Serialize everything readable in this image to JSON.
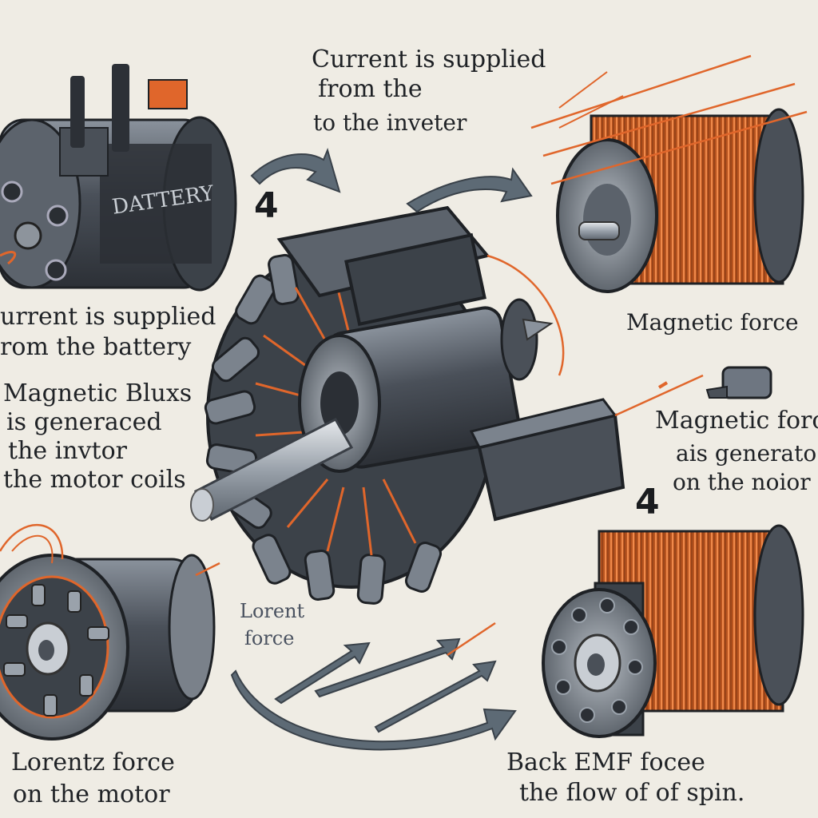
{
  "labels": {
    "top_center_1": "Current is supplied",
    "top_center_2": "from the",
    "top_center_3": "to the inveter",
    "battery_text": "DATTERY",
    "left_1": "urrent is supplied",
    "left_2": "rom the battery",
    "left_3": "Magnetic Bluxs",
    "left_4": "is generaced",
    "left_5": "the invtor",
    "left_6": "the motor coils",
    "right_1": "Magnetic force",
    "right_2": "Magnetic forc",
    "right_3": "ais generato",
    "right_4": "on the noior",
    "center_1": "Lorent",
    "center_2": "force",
    "bottom_left_1": "Lorentz force",
    "bottom_left_2": "on the motor",
    "bottom_right_1": "Back EMF focee",
    "bottom_right_2": "the flow of of spin.",
    "num_1": "4",
    "num_2": "4"
  },
  "colors": {
    "background": "#efece4",
    "metal_dark": "#3a4048",
    "metal_mid": "#6e7681",
    "metal_light": "#c9ced4",
    "copper": "#e0662b",
    "arrow_gray": "#5d6a75"
  }
}
